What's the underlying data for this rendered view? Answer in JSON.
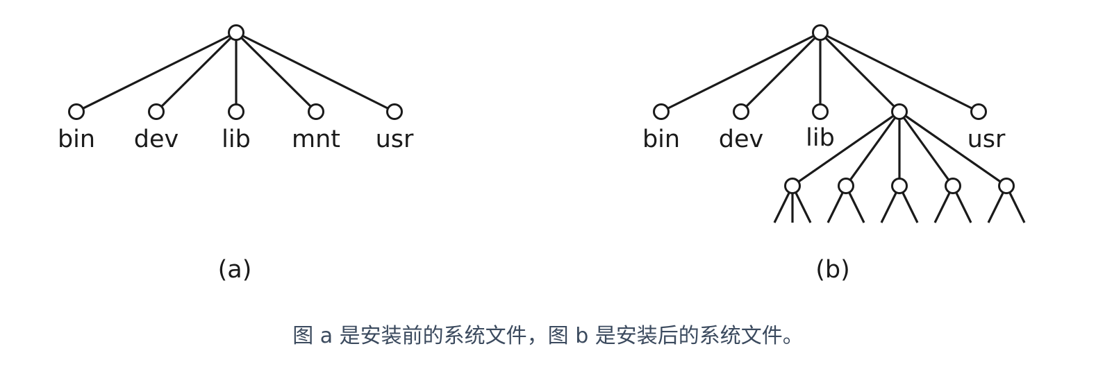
{
  "figure": {
    "panels": [
      {
        "id": "a",
        "label": "(a)",
        "root": "",
        "children": [
          "bin",
          "dev",
          "lib",
          "mnt",
          "usr"
        ]
      },
      {
        "id": "b",
        "label": "(b)",
        "root": "",
        "children": [
          "bin",
          "dev",
          "lib",
          "",
          "usr"
        ],
        "mounted_subtree": {
          "attached_to_index": 3,
          "child_count": 5
        }
      }
    ],
    "colors": {
      "stroke": "#1a1a1a",
      "node_fill": "#ffffff",
      "caption": "#3b4a5e"
    }
  },
  "caption": "图 a 是安装前的系统文件，图 b 是安装后的系统文件。"
}
